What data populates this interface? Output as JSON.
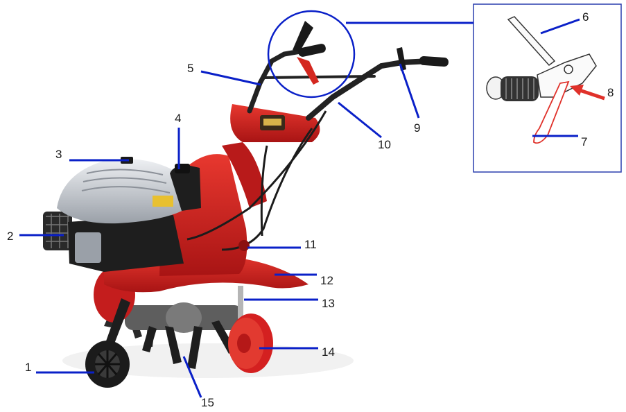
{
  "callouts": [
    {
      "id": "1",
      "label": "1"
    },
    {
      "id": "2",
      "label": "2"
    },
    {
      "id": "3",
      "label": "3"
    },
    {
      "id": "4",
      "label": "4"
    },
    {
      "id": "5",
      "label": "5"
    },
    {
      "id": "6",
      "label": "6"
    },
    {
      "id": "7",
      "label": "7"
    },
    {
      "id": "8",
      "label": "8"
    },
    {
      "id": "9",
      "label": "9"
    },
    {
      "id": "10",
      "label": "10"
    },
    {
      "id": "11",
      "label": "11"
    },
    {
      "id": "12",
      "label": "12"
    },
    {
      "id": "13",
      "label": "13"
    },
    {
      "id": "14",
      "label": "14"
    },
    {
      "id": "15",
      "label": "15"
    }
  ],
  "colors": {
    "leader": "#0a20c8",
    "body_red": "#d21f1f",
    "body_dark_red": "#a01212",
    "engine_silver": "#c9cdd3",
    "engine_black": "#1e1e1e",
    "handle_black": "#222222",
    "inset_red": "#e0312a"
  }
}
